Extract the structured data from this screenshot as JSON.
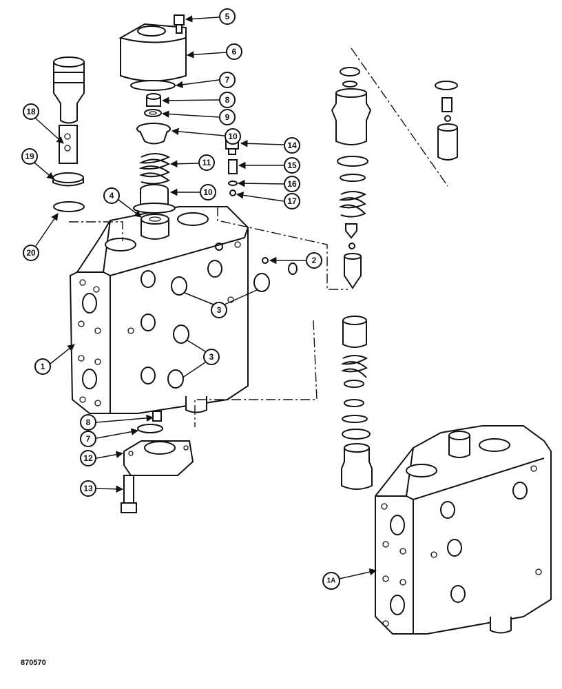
{
  "drawing_number": "870570",
  "callouts": [
    "1",
    "2",
    "3",
    "3",
    "4",
    "5",
    "6",
    "7",
    "8",
    "9",
    "10",
    "10",
    "11",
    "12",
    "13",
    "14",
    "15",
    "16",
    "17",
    "18",
    "19",
    "20",
    "8",
    "7",
    "1A"
  ]
}
